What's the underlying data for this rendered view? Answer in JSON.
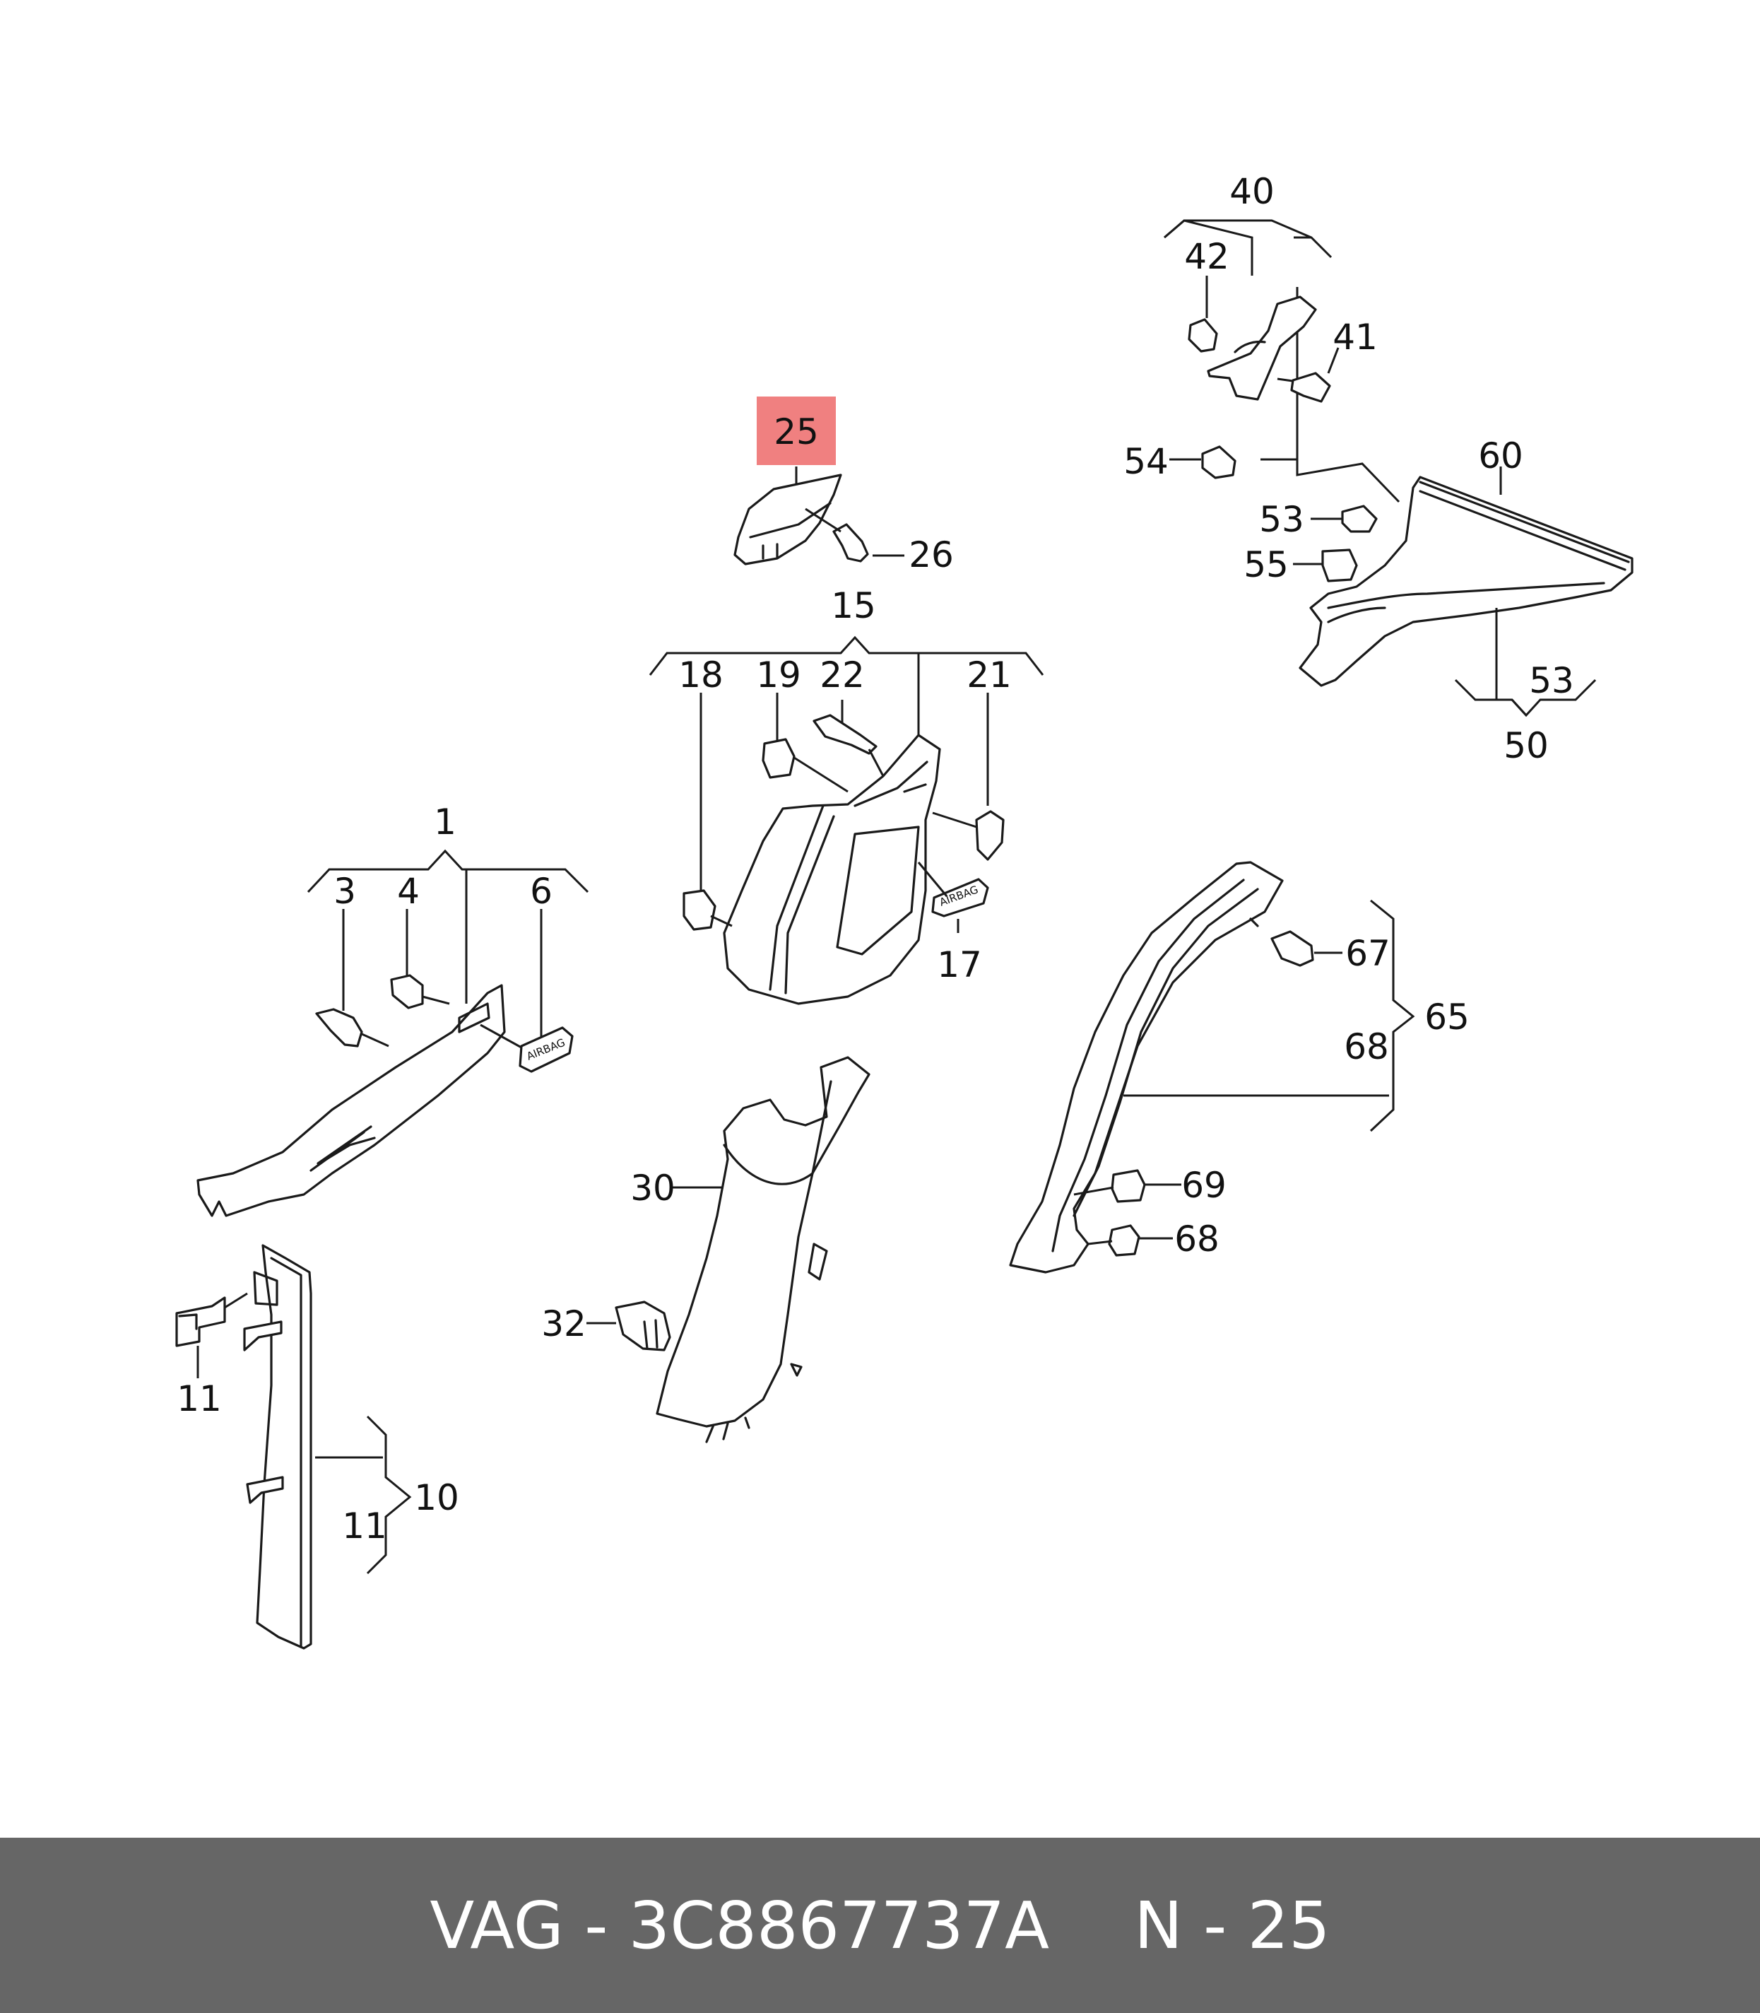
{
  "diagram": {
    "highlight_color": "#f08080",
    "callouts": [
      {
        "id": "c40",
        "label": "40"
      },
      {
        "id": "c42",
        "label": "42"
      },
      {
        "id": "c41",
        "label": "41"
      },
      {
        "id": "c54",
        "label": "54"
      },
      {
        "id": "c60",
        "label": "60"
      },
      {
        "id": "c53a",
        "label": "53"
      },
      {
        "id": "c55",
        "label": "55"
      },
      {
        "id": "c53b",
        "label": "53"
      },
      {
        "id": "c50",
        "label": "50"
      },
      {
        "id": "c25",
        "label": "25"
      },
      {
        "id": "c26",
        "label": "26"
      },
      {
        "id": "c15",
        "label": "15"
      },
      {
        "id": "c18",
        "label": "18"
      },
      {
        "id": "c19",
        "label": "19"
      },
      {
        "id": "c22",
        "label": "22"
      },
      {
        "id": "c21",
        "label": "21"
      },
      {
        "id": "c17",
        "label": "17"
      },
      {
        "id": "c1",
        "label": "1"
      },
      {
        "id": "c3",
        "label": "3"
      },
      {
        "id": "c4",
        "label": "4"
      },
      {
        "id": "c6",
        "label": "6"
      },
      {
        "id": "c67",
        "label": "67"
      },
      {
        "id": "c65",
        "label": "65"
      },
      {
        "id": "c68a",
        "label": "68"
      },
      {
        "id": "c30",
        "label": "30"
      },
      {
        "id": "c69",
        "label": "69"
      },
      {
        "id": "c68b",
        "label": "68"
      },
      {
        "id": "c32",
        "label": "32"
      },
      {
        "id": "c11a",
        "label": "11"
      },
      {
        "id": "c10",
        "label": "10"
      },
      {
        "id": "c11b",
        "label": "11"
      }
    ],
    "airbag_labels": [
      "AIRBAG",
      "AIRBAG"
    ]
  },
  "footer": {
    "background": "#666666",
    "part_text": "VAG - 3C8867737A",
    "position_text": "N - 25"
  }
}
